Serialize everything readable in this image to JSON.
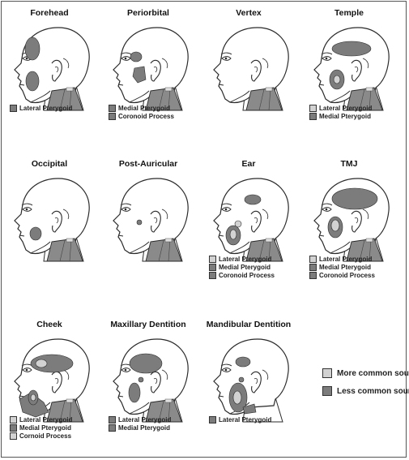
{
  "colors": {
    "more_common": "#d2d2d2",
    "less_common": "#7c7c7c",
    "head_outline": "#2a2a2a",
    "neck_shade": "#8a8a8a"
  },
  "panels": [
    {
      "title": "Forehead",
      "legend": [
        {
          "label": "Lateral Pterygoid",
          "level": "less"
        }
      ]
    },
    {
      "title": "Periorbital",
      "legend": [
        {
          "label": "Medial Pterygoid",
          "level": "less"
        },
        {
          "label": "Coronoid Process",
          "level": "less"
        }
      ]
    },
    {
      "title": "Vertex",
      "legend": []
    },
    {
      "title": "Temple",
      "legend": [
        {
          "label": "Lateral Pterygoid",
          "level": "more"
        },
        {
          "label": "Medial Pterygoid",
          "level": "less"
        }
      ]
    },
    {
      "title": "Occipital",
      "legend": []
    },
    {
      "title": "Post-Auricular",
      "legend": []
    },
    {
      "title": "Ear",
      "legend": [
        {
          "label": "Lateral Pterygoid",
          "level": "more"
        },
        {
          "label": "Medial Pterygoid",
          "level": "less"
        },
        {
          "label": "Coronoid Process",
          "level": "less"
        }
      ]
    },
    {
      "title": "TMJ",
      "legend": [
        {
          "label": "Lateral Pterygoid",
          "level": "more"
        },
        {
          "label": "Medial Pterygoid",
          "level": "less"
        },
        {
          "label": "Coronoid Process",
          "level": "less"
        }
      ]
    },
    {
      "title": "Cheek",
      "legend": [
        {
          "label": "Lateral Pterygoid",
          "level": "more"
        },
        {
          "label": "Medial Pterygoid",
          "level": "less"
        },
        {
          "label": "Cornoid Process",
          "level": "more"
        }
      ]
    },
    {
      "title": "Maxillary Dentition",
      "legend": [
        {
          "label": "Lateral Pterygoid",
          "level": "less"
        },
        {
          "label": "Medial Pterygoid",
          "level": "less"
        }
      ]
    },
    {
      "title": "Mandibular Dentition",
      "legend": [
        {
          "label": "Lateral Pterygoid",
          "level": "less"
        }
      ]
    }
  ],
  "key": [
    {
      "label": "More common source",
      "level": "more"
    },
    {
      "label": "Less common source",
      "level": "less"
    }
  ]
}
